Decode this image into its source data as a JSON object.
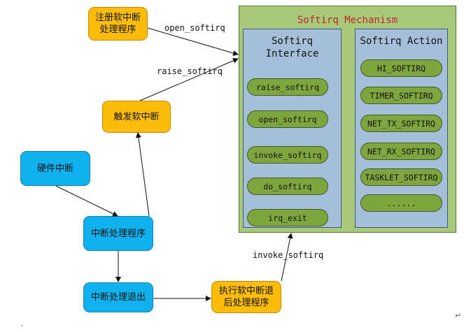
{
  "mechanism": {
    "title": "Softirq Mechanism",
    "interface": {
      "title_line1": "Softirq",
      "title_line2": "Interface",
      "items": [
        "raise_softirq",
        "open_softirq",
        "invoke_softirq",
        "do_softirq",
        "irq_exit"
      ]
    },
    "action": {
      "title": "Softirq Action",
      "items": [
        "HI_SOFTIRQ",
        "TIMER_SOFTIRQ",
        "NET_TX_SOFTIRQ",
        "NET_RX_SOFTIRQ",
        "TASKLET_SOFTIRQ",
        "......"
      ]
    }
  },
  "nodes": {
    "register": "注册软中断处理程序",
    "trigger": "触发软中断",
    "hardware": "硬件中断",
    "handler": "中断处理程序",
    "exit": "中断处理退出",
    "execute": "执行软中断退后处理程序"
  },
  "labels": {
    "open": "open_softirq",
    "raise": "raise_softirq",
    "invoke": "invoke_softirq"
  },
  "colors": {
    "orange_node": "#fbbd0a",
    "blue_node": "#0fb2ef",
    "mechanism_bg": "#a8c97a",
    "panel_bg": "#a5bfdb",
    "pill_bg": "#7fa63e",
    "title_red": "#c0262e"
  }
}
